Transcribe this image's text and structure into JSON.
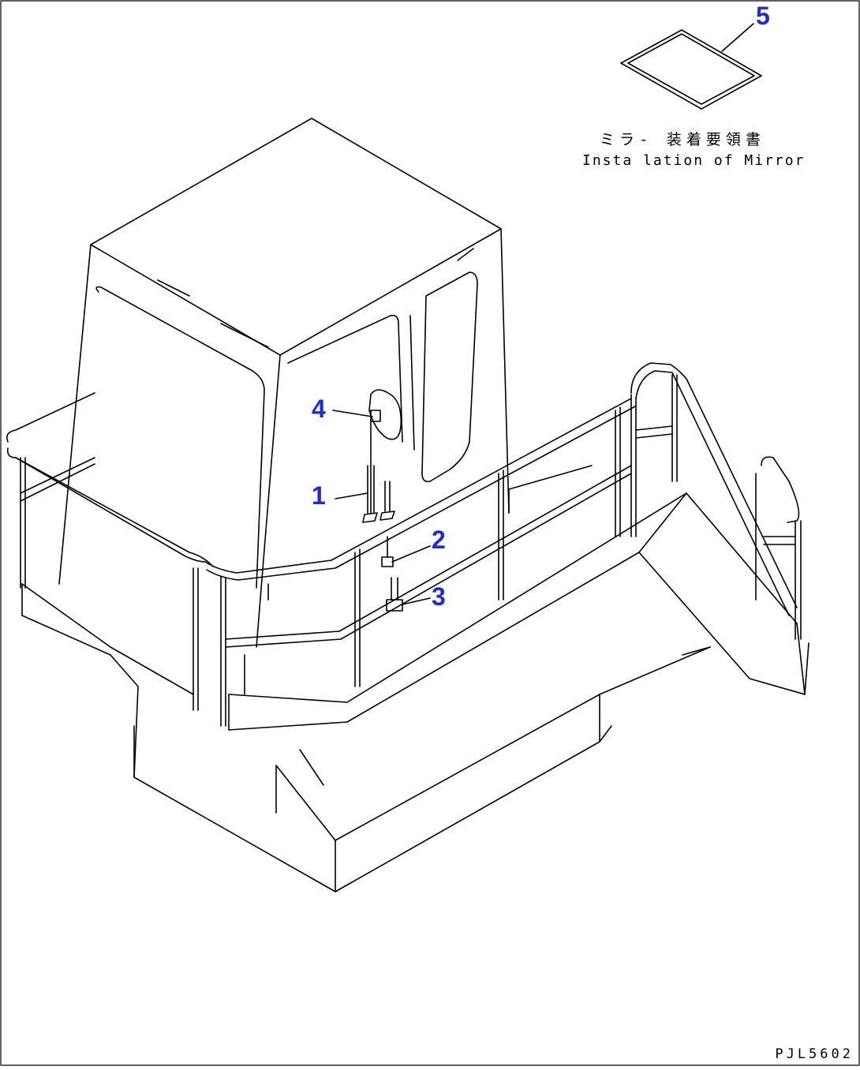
{
  "diagram": {
    "callouts": {
      "c1": "1",
      "c2": "2",
      "c3": "3",
      "c4": "4",
      "c5": "5"
    },
    "caption_jp": "ミラ- 装着要領書",
    "caption_en": "Insta lation of Mirror",
    "drawing_code": "PJL5602",
    "callout_color": "#1f2bd6",
    "line_color": "#000000"
  }
}
